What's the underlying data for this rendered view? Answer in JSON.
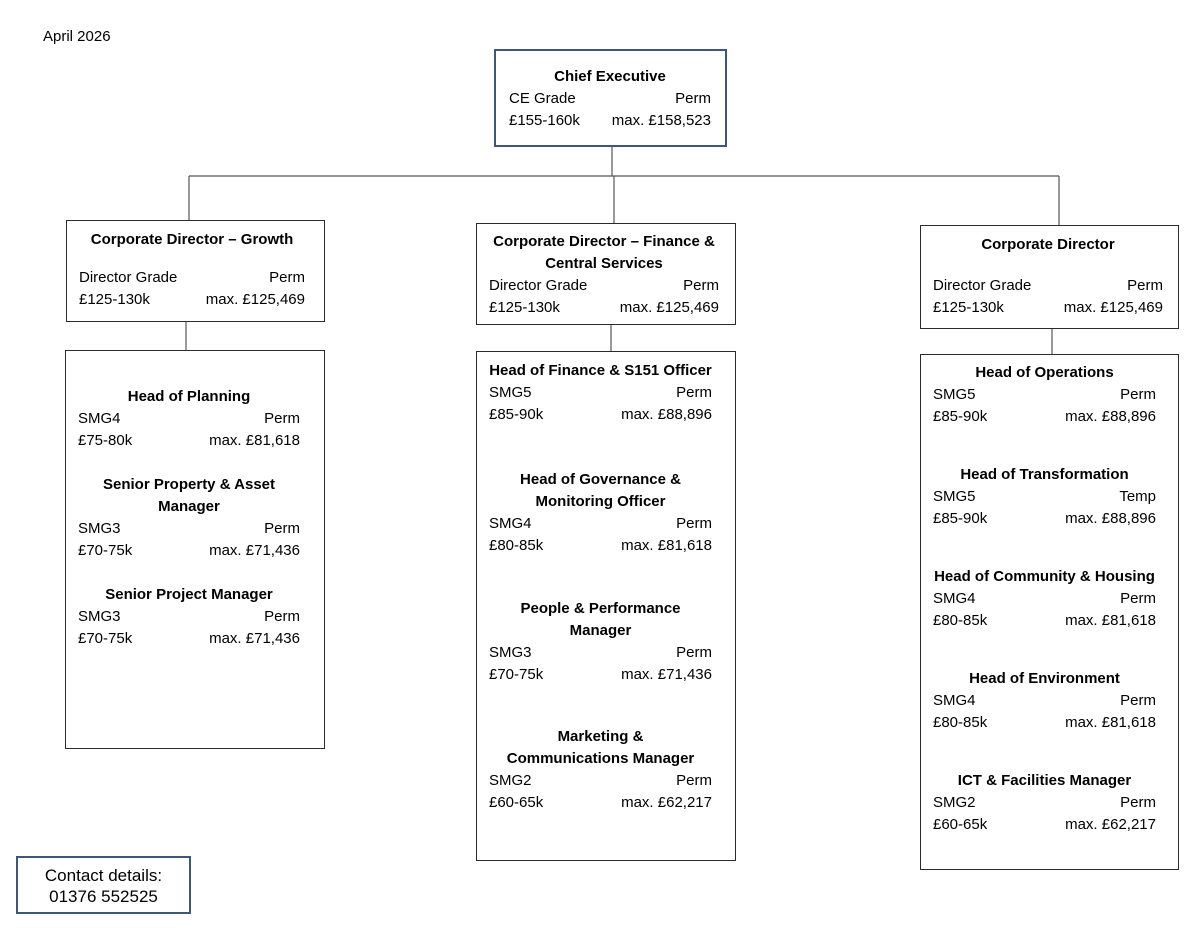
{
  "date": "April 2026",
  "chief": {
    "title": "Chief Executive",
    "grade": "CE Grade",
    "status": "Perm",
    "band": "£155-160k",
    "max": "max. £158,523"
  },
  "directors": [
    {
      "title": "Corporate Director – Growth",
      "grade": "Director Grade",
      "status": "Perm",
      "band": "£125-130k",
      "max": "max. £125,469"
    },
    {
      "title": "Corporate Director – Finance & Central Services",
      "grade": "Director Grade",
      "status": "Perm",
      "band": "£125-130k",
      "max": "max. £125,469"
    },
    {
      "title": "Corporate Director",
      "grade": "Director Grade",
      "status": "Perm",
      "band": "£125-130k",
      "max": "max. £125,469"
    }
  ],
  "teams": [
    [
      {
        "title": "Head of Planning",
        "grade": "SMG4",
        "status": "Perm",
        "band": "£75-80k",
        "max": "max. £81,618"
      },
      {
        "title": "Senior Property & Asset Manager",
        "grade": "SMG3",
        "status": "Perm",
        "band": "£70-75k",
        "max": "max. £71,436"
      },
      {
        "title": "Senior Project Manager",
        "grade": "SMG3",
        "status": "Perm",
        "band": "£70-75k",
        "max": "max. £71,436"
      }
    ],
    [
      {
        "title": "Head of Finance & S151 Officer",
        "grade": "SMG5",
        "status": "Perm",
        "band": "£85-90k",
        "max": "max. £88,896"
      },
      {
        "title": "Head of Governance & Monitoring Officer",
        "grade": "SMG4",
        "status": "Perm",
        "band": "£80-85k",
        "max": "max. £81,618"
      },
      {
        "title": "People & Performance Manager",
        "grade": "SMG3",
        "status": "Perm",
        "band": "£70-75k",
        "max": "max. £71,436"
      },
      {
        "title": "Marketing & Communications Manager",
        "grade": "SMG2",
        "status": "Perm",
        "band": "£60-65k",
        "max": "max. £62,217"
      }
    ],
    [
      {
        "title": "Head of Operations",
        "grade": "SMG5",
        "status": "Perm",
        "band": "£85-90k",
        "max": "max. £88,896"
      },
      {
        "title": "Head of Transformation",
        "grade": "SMG5",
        "status": "Temp",
        "band": "£85-90k",
        "max": "max. £88,896"
      },
      {
        "title": "Head of Community & Housing",
        "grade": "SMG4",
        "status": "Perm",
        "band": "£80-85k",
        "max": "max. £81,618"
      },
      {
        "title": "Head of Environment",
        "grade": "SMG4",
        "status": "Perm",
        "band": "£80-85k",
        "max": "max. £81,618"
      },
      {
        "title": "ICT & Facilities Manager",
        "grade": "SMG2",
        "status": "Perm",
        "band": "£60-65k",
        "max": "max. £62,217"
      }
    ]
  ],
  "contact": {
    "label": "Contact details:",
    "phone": "01376 552525"
  }
}
